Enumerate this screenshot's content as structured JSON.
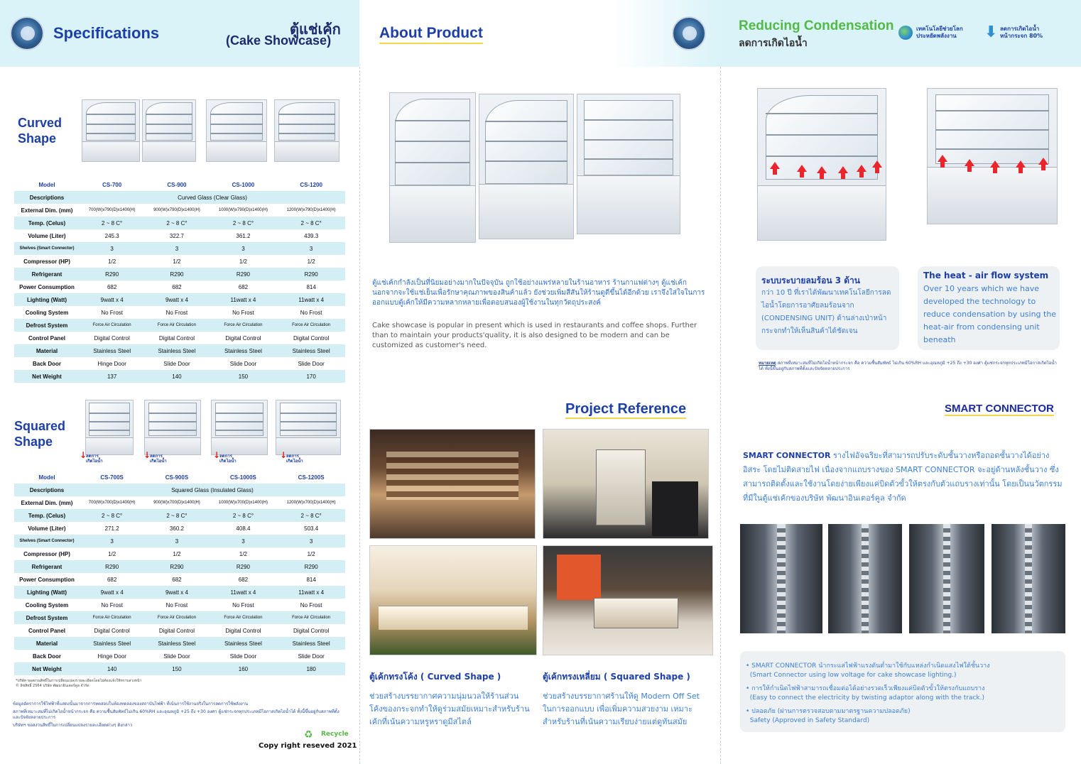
{
  "panel1": {
    "title": "Specifications",
    "title_th": "ตู้แช่เค้ก",
    "title_en": "(Cake Showcase)",
    "curved_label": [
      "Curved",
      "Shape"
    ],
    "squared_label": [
      "Squared",
      "Shape"
    ],
    "condensation_tag": [
      "ลดการ",
      "เกิดไอน้ำ"
    ],
    "curved_table": {
      "models": [
        "CS-700",
        "CS-900",
        "CS-1000",
        "CS-1200"
      ],
      "rows": [
        {
          "label": "Descriptions",
          "span": "Curved Glass (Clear Glass)"
        },
        {
          "label": "External Dim. (mm)",
          "values": [
            "700(W)x790(D)x1400(H)",
            "900(W)x790(D)x1400(H)",
            "1000(W)x790(D)x1400(H)",
            "1200(W)x790(D)x1400(H)"
          ]
        },
        {
          "label": "Temp. (Celus)",
          "values": [
            "2 ~ 8 C°",
            "2 ~ 8 C°",
            "2 ~ 8 C°",
            "2 ~ 8 C°"
          ]
        },
        {
          "label": "Volume (Liter)",
          "values": [
            "245.3",
            "322.7",
            "361.2",
            "439.3"
          ]
        },
        {
          "label": "Shelves (Smart Connector)",
          "values": [
            "3",
            "3",
            "3",
            "3"
          ]
        },
        {
          "label": "Compressor (HP)",
          "values": [
            "1/2",
            "1/2",
            "1/2",
            "1/2"
          ]
        },
        {
          "label": "Refrigerant",
          "values": [
            "R290",
            "R290",
            "R290",
            "R290"
          ]
        },
        {
          "label": "Power Consumption",
          "values": [
            "682",
            "682",
            "682",
            "814"
          ]
        },
        {
          "label": "Lighting (Watt)",
          "values": [
            "9watt x 4",
            "9watt x 4",
            "11watt x 4",
            "11watt x 4"
          ]
        },
        {
          "label": "Cooling System",
          "values": [
            "No Frost",
            "No Frost",
            "No Frost",
            "No Frost"
          ]
        },
        {
          "label": "Defrost System",
          "values": [
            "Force Air Circulation",
            "Force Air Circulation",
            "Force Air Circulation",
            "Force Air Circulation"
          ]
        },
        {
          "label": "Control Panel",
          "values": [
            "Digital Control",
            "Digital Control",
            "Digital Control",
            "Digital Control"
          ]
        },
        {
          "label": "Material",
          "values": [
            "Stainless Steel",
            "Stainless Steel",
            "Stainless Steel",
            "Stainless Steel"
          ]
        },
        {
          "label": "Back Door",
          "values": [
            "Hinge Door",
            "Slide Door",
            "Slide Door",
            "Slide Door"
          ]
        },
        {
          "label": "Net Weight",
          "values": [
            "137",
            "140",
            "150",
            "170"
          ]
        }
      ]
    },
    "squared_table": {
      "models": [
        "CS-700S",
        "CS-900S",
        "CS-1000S",
        "CS-1200S"
      ],
      "rows": [
        {
          "label": "Descriptions",
          "span": "Squared Glass (Insulated Glass)"
        },
        {
          "label": "External Dim. (mm)",
          "values": [
            "700(W)x700(D)x1400(H)",
            "900(W)x700(D)x1400(H)",
            "1000(W)x700(D)x1400(H)",
            "1200(W)x700(D)x1400(H)"
          ]
        },
        {
          "label": "Temp. (Celus)",
          "values": [
            "2 ~ 8 C°",
            "2 ~ 8 C°",
            "2 ~ 8 C°",
            "2 ~ 8 C°"
          ]
        },
        {
          "label": "Volume (Liter)",
          "values": [
            "271.2",
            "360.2",
            "408.4",
            "503.4"
          ]
        },
        {
          "label": "Shelves (Smart Connector)",
          "values": [
            "3",
            "3",
            "3",
            "3"
          ]
        },
        {
          "label": "Compressor (HP)",
          "values": [
            "1/2",
            "1/2",
            "1/2",
            "1/2"
          ]
        },
        {
          "label": "Refrigerant",
          "values": [
            "R290",
            "R290",
            "R290",
            "R290"
          ]
        },
        {
          "label": "Power Consumption",
          "values": [
            "682",
            "682",
            "682",
            "814"
          ]
        },
        {
          "label": "Lighting (Watt)",
          "values": [
            "9watt x 4",
            "9watt x 4",
            "11watt x 4",
            "11watt x 4"
          ]
        },
        {
          "label": "Cooling System",
          "values": [
            "No Frost",
            "No Frost",
            "No Frost",
            "No Frost"
          ]
        },
        {
          "label": "Defrost System",
          "values": [
            "Force Air Circulation",
            "Force Air Circulation",
            "Force Air Circulation",
            "Force Air Circulation"
          ]
        },
        {
          "label": "Control Panel",
          "values": [
            "Digital Control",
            "Digital Control",
            "Digital Control",
            "Digital Control"
          ]
        },
        {
          "label": "Material",
          "values": [
            "Stainless Steel",
            "Stainless Steel",
            "Stainless Steel",
            "Stainless Steel"
          ]
        },
        {
          "label": "Back Door",
          "values": [
            "Hinge Door",
            "Slide Door",
            "Slide Door",
            "Slide Door"
          ]
        },
        {
          "label": "Net Weight",
          "values": [
            "140",
            "150",
            "160",
            "180"
          ]
        }
      ]
    },
    "fine_print": [
      "*บริษัท ขอสงวนสิทธิ์ในการเปลี่ยนแปลงรายละเอียดโดยไม่ต้องแจ้งให้ทราบล่วงหน้า",
      "© ลิขสิทธิ์ 2564 บริษัท พัฒนาอินเตอร์คูล จำกัด"
    ],
    "bullets": [
      "ข้อมูลอัตราการใช้ไฟฟ้าที่แสดงนั้นมาจากการทดสอบในห้องทดลองของสถาบันไฟฟ้า ที่เน้นการใช้งานจริงในการลดการใช้พลังงาน",
      "สภาพที่เหมาะสมที่ไม่เกิดไอน้ำหน้ากระจก คือ ความชื้นสัมพัทธ์ไม่เกิน 60%RH และอุณหภูมิ +25 ถึง +30 องศา ตู้แช่กระจกทุกประเภทมีโอกาสเกิดไอน้ำได้ ทั้งนี้ขึ้นอยู่กับสภาพที่ตั้งและปัจจัยหลายประการ",
      "บริษัทฯ ขอสงวนสิทธิ์ในการเปลี่ยนแปลงรายละเอียดต่างๆ ดังกล่าว"
    ],
    "recycle": "Recycle",
    "copyright": "Copy right reseved 2021"
  },
  "panel2": {
    "about_title": "About Product",
    "about_th": "ตู้แช่เค้กกำลังเป็นที่นิยมอย่างมากในปัจจุบัน ถูกใช้อย่างแพร่หลายในร้านอาหาร ร้านกาแฟต่างๆ ตู้แช่เค้กนอกจากจะใช้แช่เย็นเพื่อรักษาคุณภาพของสินค้าแล้ว ยังช่วยเพิ่มสีสันให้ร้านดูดีขึ้นได้อีกด้วย เราจึงใส่ใจในการออกแบบตู้เค้กให้มีความหลากหลายเพื่อตอบสนองผู้ใช้งานในทุกวัตถุประสงค์",
    "about_en": "Cake showcase is popular in present which is used in restaurants and coffee shops. Further than to maintain your products'quality, it is also designed to be modern and can be customized as customer's need.",
    "project_title": "Project Reference",
    "curved_caption_head": "ตู้เค้กทรงโค้ง ( Curved Shape )",
    "curved_caption_body": "ช่วยสร้างบรรยากาศความนุ่มนวลให้ร้านส่วนโค้งของกระจกทำให้ดูร่วมสมัยเหมาะสำหรับร้านเค้กที่เน้นความหรูหราดูมีสไตล์",
    "squared_caption_head": "ตู้เค้กทรงเหลี่ยม ( Squared Shape )",
    "squared_caption_body": "ช่วยสร้างบรรยากาศร้านให้ดู Modern Off Set ในการออกแบบ เพื่อเพิ่มความสวยงาม เหมาะสำหรับร้านที่เน้นความเรียบง่ายแต่ดูทันสมัย"
  },
  "panel3": {
    "title_en": "Reducing Condensation",
    "title_th": "ลดการเกิดไอน้ำ",
    "badge1": [
      "เทคโนโลยีช่วยโลก",
      "ประหยัดพลังงาน"
    ],
    "badge2": [
      "ลดการเกิดไอน้ำ",
      "หน้ากระจก 80%"
    ],
    "box_th_head": "ระบบระบายลมร้อน 3 ด้าน",
    "box_th_body": "กว่า 10 ปี ที่เราได้พัฒนาเทคโนโลยีการลดไอน้ำโดยการอาศัยลมร้อนจาก (CONDENSING UNIT) ด้านล่างเป่าหน้ากระจกทำให้เห็นสินค้าได้ชัดเจน",
    "box_en_head": "The heat - air flow system",
    "box_en_body": "Over 10 years which we have developed the technology to reduce condensation by using the heat-air from condensing unit beneath",
    "remark_label": "หมายเหตุ",
    "remark": "สภาพที่เหมาะสมที่ไม่เกิดไอน้ำหน้ากระจก คือ ความชื้นสัมพัทธ์ ไม่เกิน 60%RH และอุณหภูมิ +25 ถึง +30 องศา ตู้แช่กระจกทุกประเภทมีโอกาสเกิดไอน้ำได้ ทั้งนี้ขึ้นอยู่กับสภาพที่ตั้งและปัจจัยหลายประการ",
    "smart_title": "SMART CONNECTOR",
    "smart_lead": "SMART CONNECTOR",
    "smart_body": "รางไฟอัจฉริยะที่สามารถปรับระดับชั้นวางหรือถอดชั้นวางได้อย่างอิสระ โดยไม่ติดสายไฟ เนื่องจากแถบรางของ SMART CONNECTOR จะอยู่ด้านหลังชั้นวาง ซึ่งสามารถติดตั้งและใช้งานโดยง่ายเพียงแค่บิดตัวขั้วให้ตรงกับตัวแถบรางเท่านั้น โดยเป็นนวัตกรรมที่มีในตู้แช่เค้กของบริษัท พัฒนาอินเตอร์คูล จำกัด",
    "features": [
      {
        "th": "SMART CONNECTOR นำกระแสไฟฟ้าแรงดันต่ำมาใช้กับแหล่งกำเนิดแสงไฟใต้ชั้นวาง",
        "en": "(Smart Connector using low voltage for cake showcase lighting.)"
      },
      {
        "th": "การให้กำเนิดไฟฟ้าสามารถเชื่อมต่อได้อย่างรวดเร็วเพียงแค่บิดตัวขั้วให้ตรงกับแถบราง",
        "en": "(Easy to connect the electricity by twisting adaptor along with the track.)"
      },
      {
        "th": "ปลอดภัย (ผ่านการตรวจสอบตามมาตรฐานความปลอดภัย)",
        "en": "Safety (Approved in Safety Standard)"
      }
    ]
  },
  "colors": {
    "brand_blue": "#1d3fa8",
    "brand_green": "#55b947",
    "header_bg": "#d9f3f8",
    "table_stripe": "#d3eef4",
    "arrow_red": "#e8262c"
  }
}
